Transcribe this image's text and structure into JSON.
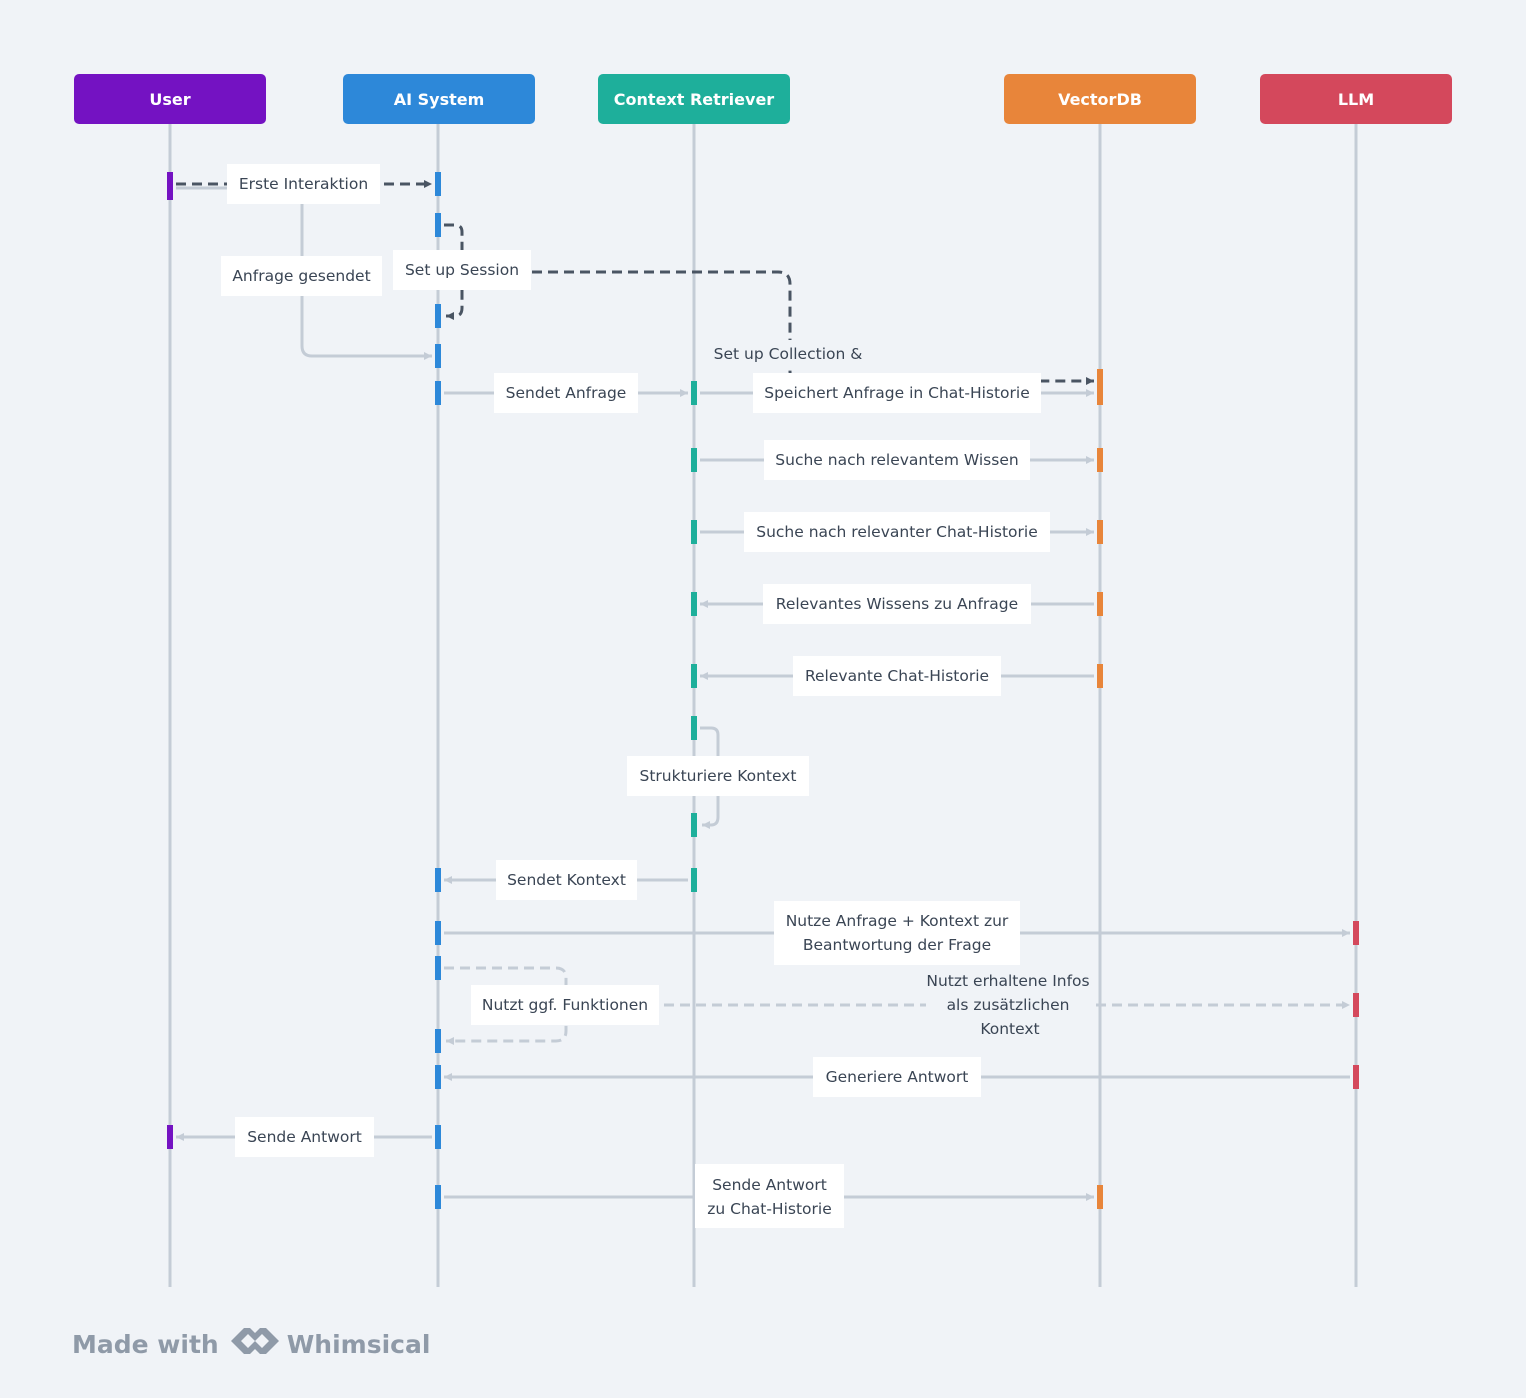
{
  "actors": [
    {
      "id": "user",
      "label": "User",
      "color": "#7412c2"
    },
    {
      "id": "ai",
      "label": "AI System",
      "color": "#2d88d9"
    },
    {
      "id": "ctx",
      "label": "Context Retriever",
      "color": "#1eaf9b"
    },
    {
      "id": "vdb",
      "label": "VectorDB",
      "color": "#e8853a"
    },
    {
      "id": "llm",
      "label": "LLM",
      "color": "#d4485c"
    }
  ],
  "messages": {
    "erste_interaktion": "Erste Interaktion",
    "anfrage_gesendet": "Anfrage gesendet",
    "set_up_session": "Set up Session",
    "set_up_collection": "Set up Collection &",
    "sendet_anfrage": "Sendet Anfrage",
    "speichert_anfrage": "Speichert Anfrage in Chat-Historie",
    "suche_wissen": "Suche nach relevantem Wissen",
    "suche_historie": "Suche nach relevanter Chat-Historie",
    "relevantes_wissen": "Relevantes Wissens zu Anfrage",
    "relevante_historie": "Relevante Chat-Historie",
    "strukturiere_kontext": "Strukturiere Kontext",
    "sendet_kontext": "Sendet Kontext",
    "nutze_anfrage_1": "Nutze Anfrage + Kontext zur",
    "nutze_anfrage_2": "Beantwortung der Frage",
    "nutzt_funktionen": "Nutzt ggf. Funktionen",
    "nutzt_infos_1": "Nutzt erhaltene Infos",
    "nutzt_infos_2": "als zusätzlichen",
    "nutzt_infos_3": "Kontext",
    "generiere_antwort": "Generiere Antwort",
    "sende_antwort": "Sende Antwort",
    "sende_historie_1": "Sende Antwort",
    "sende_historie_2": "zu Chat-Historie"
  },
  "footer": {
    "made_with": "Made with",
    "brand": "Whimsical"
  },
  "colors": {
    "lifeline": "#c4ccd6",
    "arrow_light": "#c4ccd6",
    "arrow_dark": "#4a5563",
    "text": "#3a4554",
    "background": "#f0f3f7"
  }
}
